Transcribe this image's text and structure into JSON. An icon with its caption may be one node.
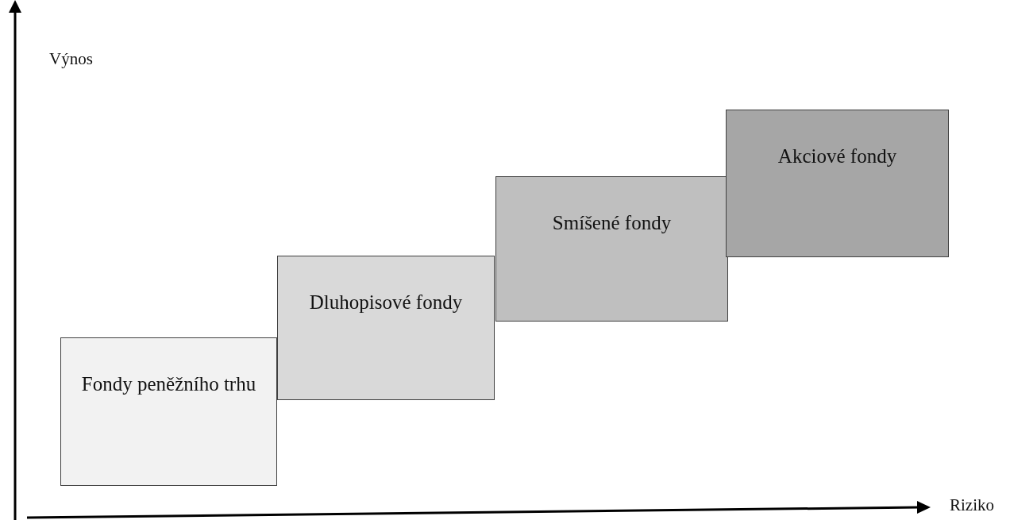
{
  "diagram": {
    "nodes": [
      {
        "text": [
          "Fondy peněžního trhu"
        ]
      },
      {
        "text": [
          "Dluhopisové fondy"
        ]
      },
      {
        "text": [
          "Smíšené fondy"
        ]
      },
      {
        "text": [
          "Akciové fondy"
        ]
      }
    ],
    "labels": [
      "Výnos",
      "Riziko"
    ]
  }
}
